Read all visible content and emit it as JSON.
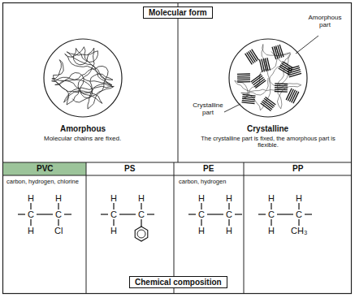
{
  "diagram": {
    "nodes": [
      {
        "text": [
          "Molecular form"
        ]
      },
      {
        "text": [
          "Chemical composition"
        ]
      }
    ],
    "labels": [
      "Amorphous part",
      "Crystalline part",
      "Amorphous",
      "Molecular chains are fixed.",
      "Crystalline",
      "The crystalline part is fixed, the amorphous part is flexible.",
      "PVC",
      "PS",
      "PE",
      "PP",
      "carbon, hydrogen, chlorine",
      "carbon, hydrogen",
      "H",
      "H",
      "C",
      "C",
      "H",
      "Cl",
      "H",
      "H",
      "C",
      "C",
      "H",
      "H",
      "H",
      "C",
      "C",
      "H",
      "H",
      "H",
      "H",
      "C",
      "C",
      "H",
      "CH₃"
    ]
  }
}
